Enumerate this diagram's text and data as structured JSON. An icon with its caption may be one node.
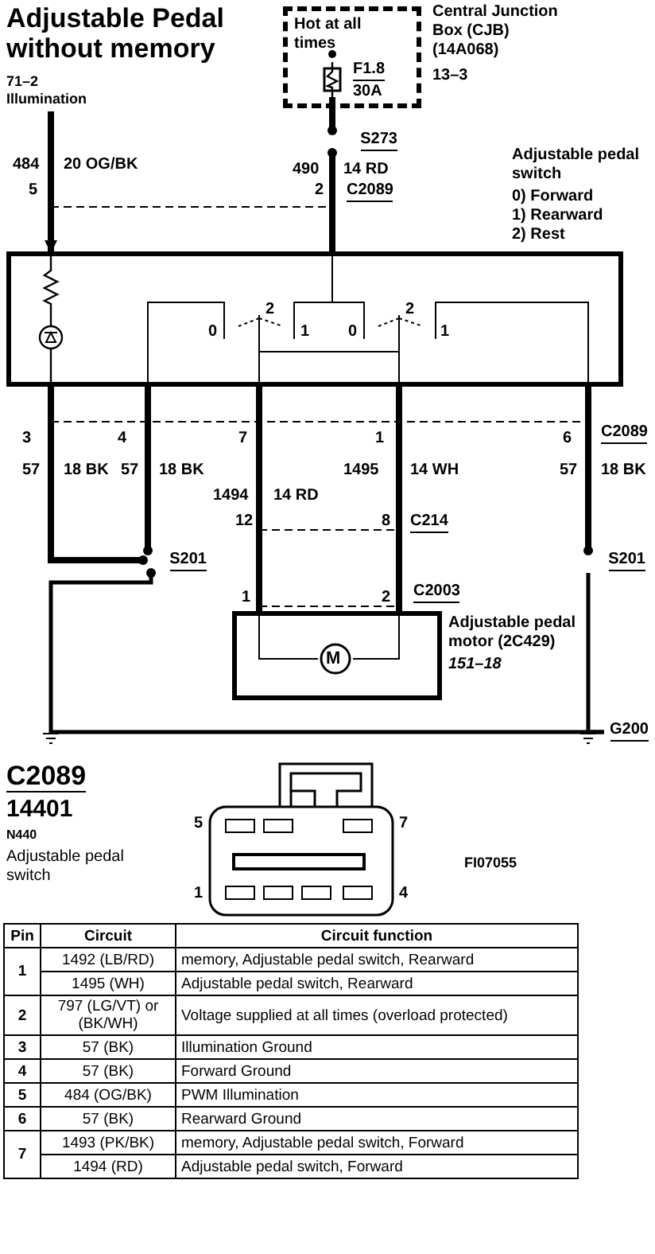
{
  "diagram": {
    "title": "Adjustable Pedal without memory",
    "nodes": [
      {
        "text": [
          "Hot at all times"
        ],
        "beside": [
          "Central Junction Box (CJB) (14A068)",
          "13–3"
        ]
      },
      {
        "text": [],
        "shape": "fuse",
        "in": 0,
        "beside": [
          "F1.8",
          "30A"
        ]
      },
      {
        "text": [],
        "shape": "box",
        "beside": [
          "Adjustable pedal switch",
          "0) Forward",
          "1) Rearward",
          "2) Rest"
        ]
      },
      {
        "text": [],
        "shape": "box",
        "beside": [
          "Adjustable pedal motor (2C429)",
          "151–18"
        ]
      },
      {
        "text": [
          "S201"
        ]
      },
      {
        "text": [
          "S201"
        ]
      },
      {
        "text": [
          "G200"
        ]
      },
      {
        "text": [
          "S273"
        ]
      },
      {
        "text": [
          "71–2 Illumination"
        ]
      }
    ],
    "edges": [
      {
        "from": 1,
        "to": 7,
        "arrow": "other"
      },
      {
        "from": 7,
        "to": 2,
        "arrow": "other"
      },
      {
        "from": 8,
        "to": 2,
        "arrow": "to"
      },
      {
        "from": 2,
        "to": 4,
        "arrow": "other"
      },
      {
        "from": 2,
        "to": 4,
        "arrow": "other"
      },
      {
        "from": 4,
        "to": 6,
        "arrow": "other"
      },
      {
        "from": 2,
        "to": 3,
        "arrow": "none"
      },
      {
        "from": 2,
        "to": 3,
        "arrow": "none"
      },
      {
        "from": 2,
        "to": 5,
        "arrow": "other"
      },
      {
        "from": 5,
        "to": 6,
        "arrow": "none"
      }
    ],
    "labels": [
      "484",
      "20 OG/BK",
      "5",
      "490",
      "14 RD",
      "2",
      "C2089",
      "3",
      "4",
      "7",
      "1",
      "6",
      "C2089",
      "57",
      "18 BK",
      "57",
      "18 BK",
      "1494",
      "14 RD",
      "1495",
      "14 WH",
      "57",
      "18 BK",
      "12",
      "8",
      "C214",
      "1",
      "2",
      "C2003",
      "0",
      "2",
      "1",
      "0",
      "2",
      "1",
      "C2089",
      "14401",
      "N440",
      "Adjustable pedal switch",
      "5",
      "7",
      "1",
      "4",
      "FI07055",
      "Pin",
      "Circuit",
      "Circuit function",
      "1",
      "1492 (LB/RD)",
      "memory, Adjustable pedal switch, Rearward",
      "1495 (WH)",
      "Adjustable pedal switch, Rearward",
      "2",
      "797 (LG/VT) or (BK/WH)",
      "Voltage supplied at all times (overload protected)",
      "3",
      "57 (BK)",
      "Illumination Ground",
      "4",
      "57 (BK)",
      "Forward Ground",
      "5",
      "484 (OG/BK)",
      "PWM Illumination",
      "6",
      "57 (BK)",
      "Rearward Ground",
      "7",
      "1493 (PK/BK)",
      "memory, Adjustable pedal switch, Forward",
      "1494 (RD)",
      "Adjustable pedal switch, Forward",
      "M"
    ]
  }
}
